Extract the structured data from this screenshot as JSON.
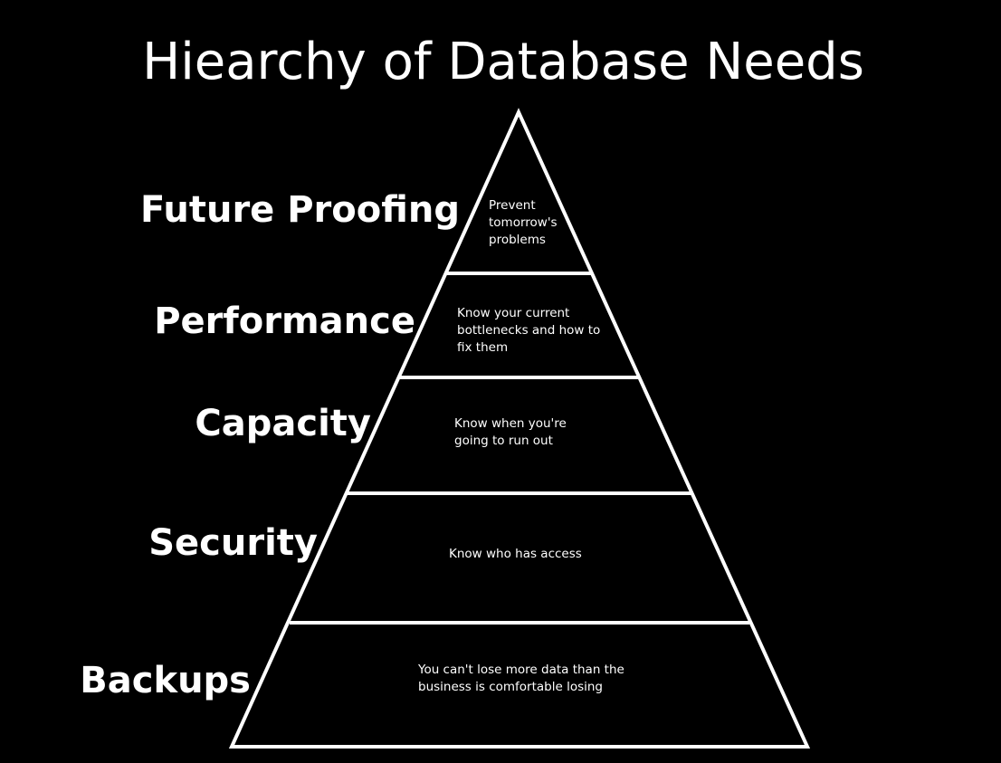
{
  "title": "Hiearchy of Database Needs",
  "colors": {
    "background": "#000000",
    "foreground": "#ffffff"
  },
  "levels": [
    {
      "label": "Future Proofing",
      "description": "Prevent\ntomorrow's\nproblems"
    },
    {
      "label": "Performance",
      "description": "Know your current\nbottlenecks and how to\nfix them"
    },
    {
      "label": "Capacity",
      "description": "Know when you're\ngoing to run out"
    },
    {
      "label": "Security",
      "description": "Know who has access"
    },
    {
      "label": "Backups",
      "description": "You can't lose more data than the\nbusiness is comfortable losing"
    }
  ]
}
